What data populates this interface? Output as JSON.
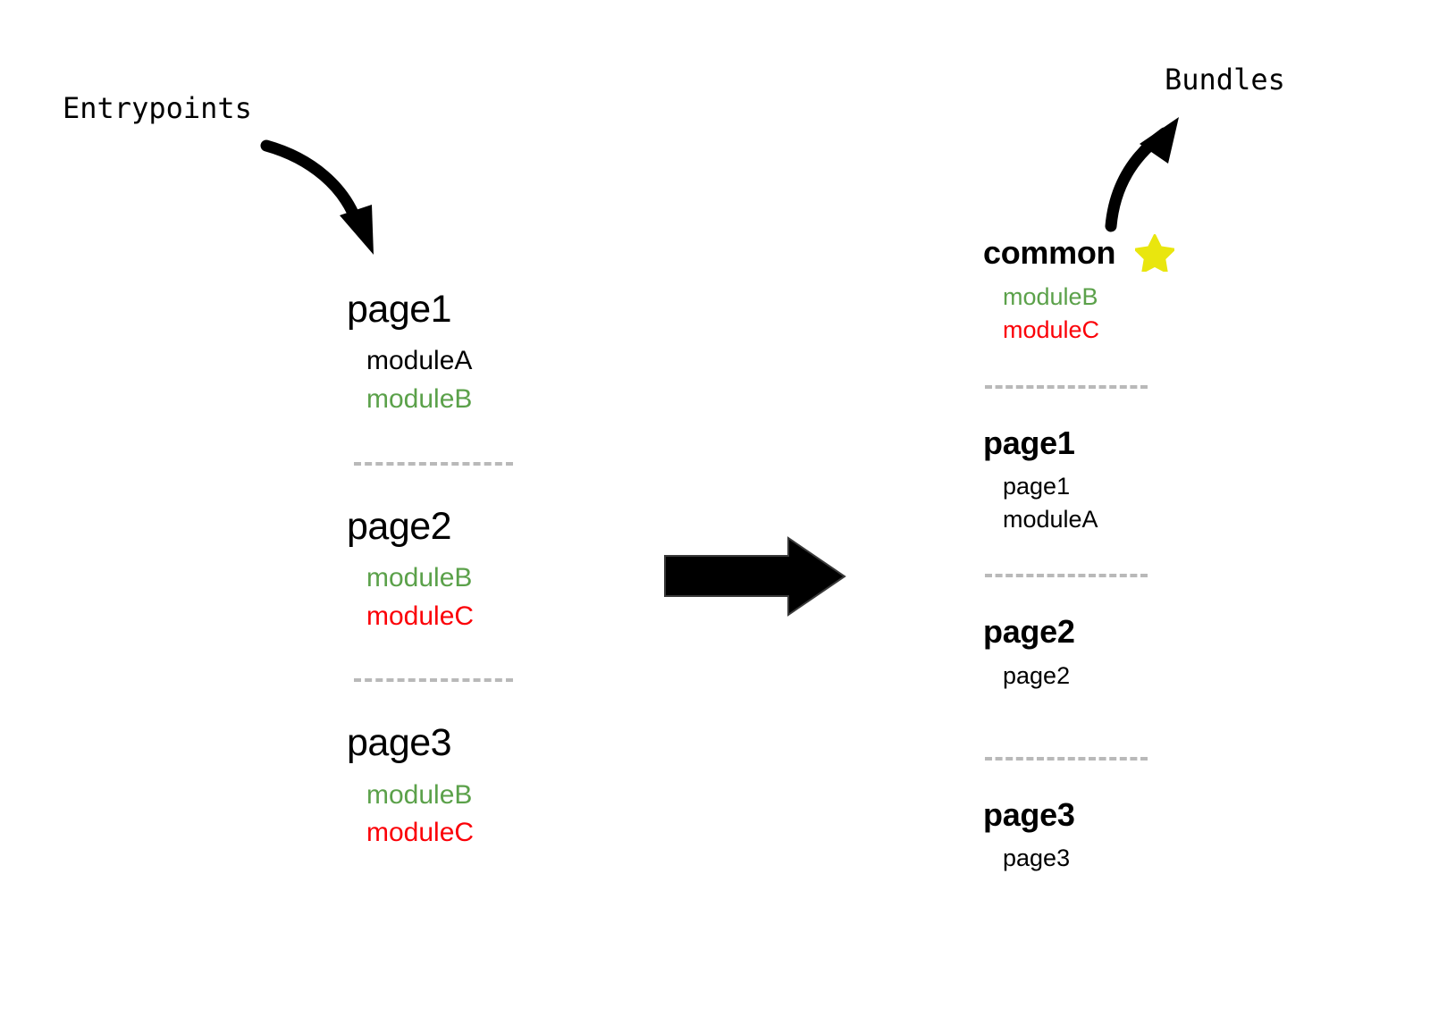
{
  "diagram": {
    "title_left": "Entrypoints",
    "title_right": "Bundles",
    "colors": {
      "module_shared": "#5ba14a",
      "module_duplicate": "#fb0007",
      "text": "#000000",
      "divider": "#b9b9b9",
      "star": "#e9e60e",
      "arrow": "#000000",
      "background": "#ffffff"
    },
    "arrows": {
      "entrypoints_pointer": "curved-arrow-down-right",
      "bundles_pointer": "curved-arrow-up-right",
      "transform": "thick-right-arrow"
    }
  },
  "entrypoints": {
    "groups": [
      {
        "name": "page1",
        "items": [
          {
            "label": "moduleA",
            "style": "plain"
          },
          {
            "label": "moduleB",
            "style": "shared"
          }
        ]
      },
      {
        "name": "page2",
        "items": [
          {
            "label": "moduleB",
            "style": "shared"
          },
          {
            "label": "moduleC",
            "style": "duplicate"
          }
        ]
      },
      {
        "name": "page3",
        "items": [
          {
            "label": "moduleB",
            "style": "shared"
          },
          {
            "label": "moduleC",
            "style": "duplicate"
          }
        ]
      }
    ]
  },
  "bundles": {
    "groups": [
      {
        "name": "common",
        "badge": "star-icon",
        "items": [
          {
            "label": "moduleB",
            "style": "shared"
          },
          {
            "label": "moduleC",
            "style": "duplicate"
          }
        ]
      },
      {
        "name": "page1",
        "badge": null,
        "items": [
          {
            "label": "page1",
            "style": "plain"
          },
          {
            "label": "moduleA",
            "style": "plain"
          }
        ]
      },
      {
        "name": "page2",
        "badge": null,
        "items": [
          {
            "label": "page2",
            "style": "plain"
          }
        ]
      },
      {
        "name": "page3",
        "badge": null,
        "items": [
          {
            "label": "page3",
            "style": "plain"
          }
        ]
      }
    ]
  }
}
